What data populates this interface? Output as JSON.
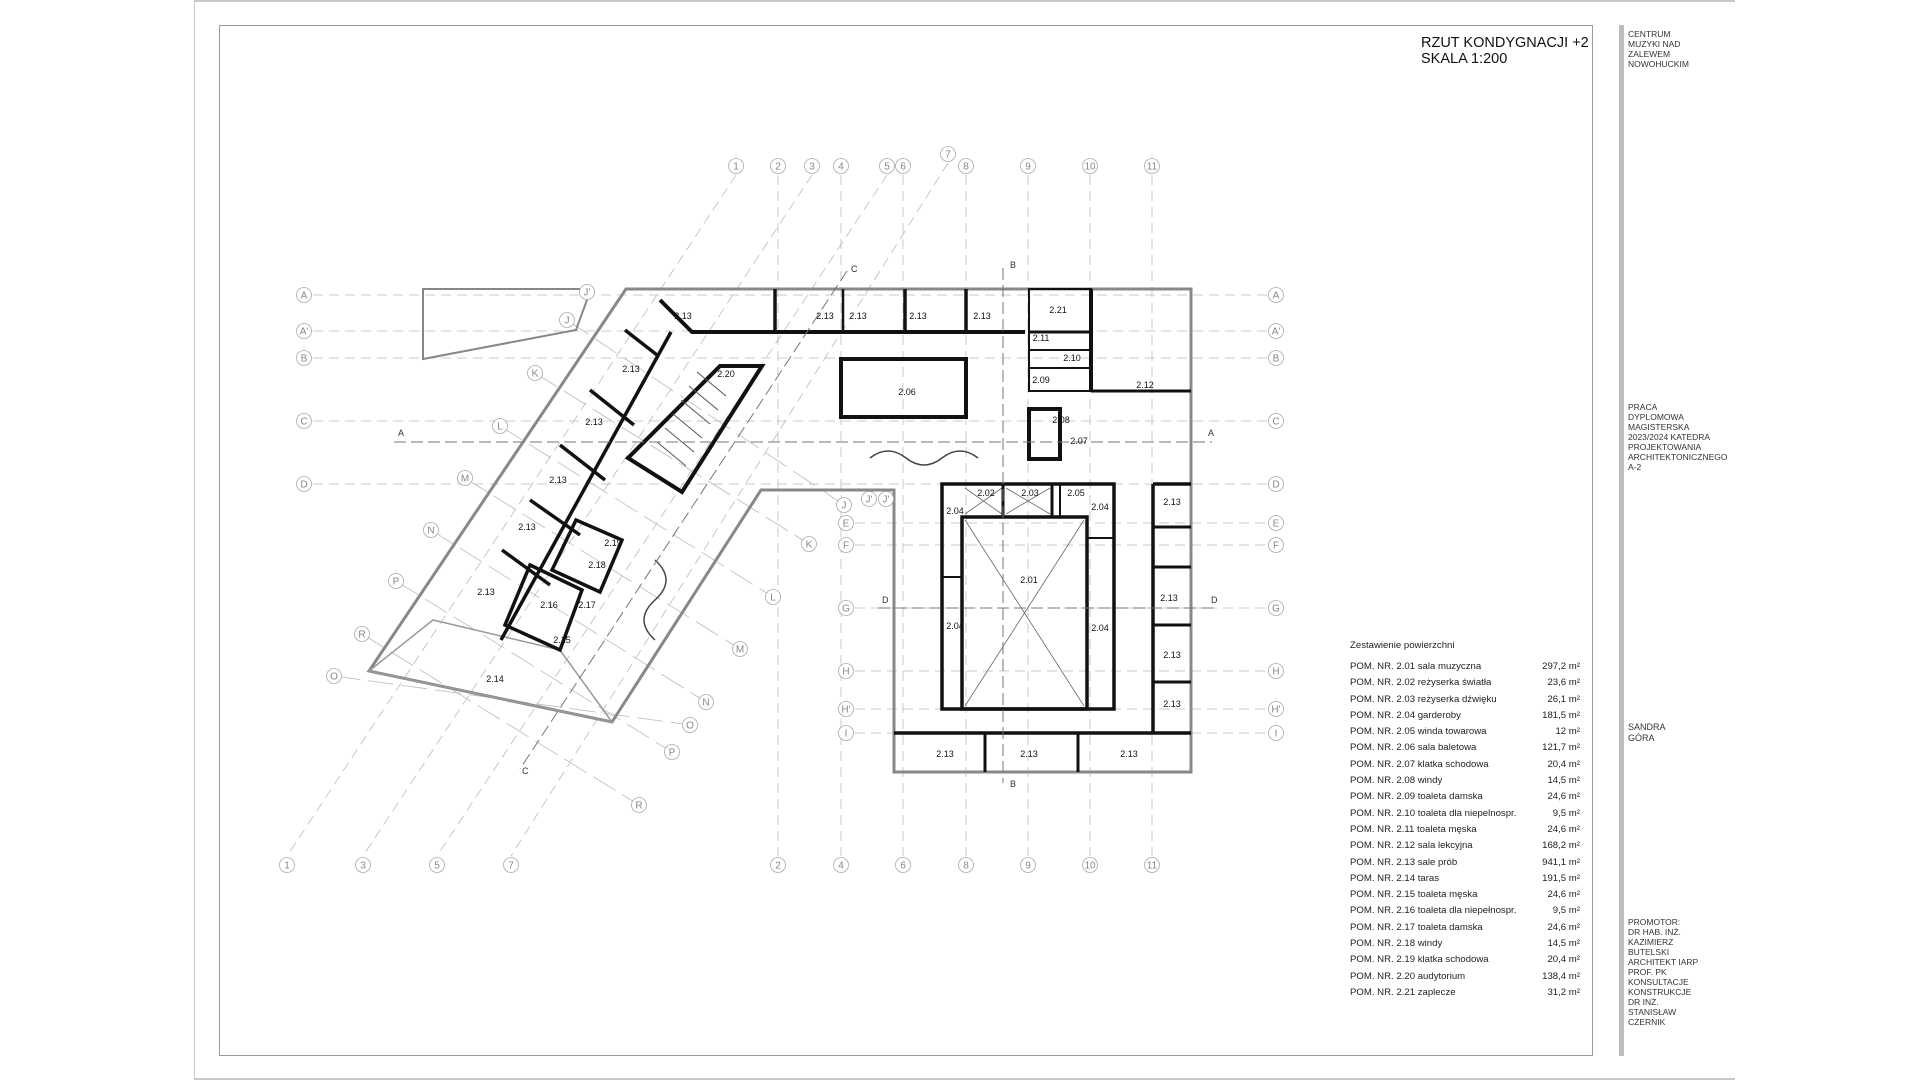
{
  "header": {
    "title": "RZUT KONDYGNACJI +2",
    "scale": "SKALA 1:200"
  },
  "sidebar": {
    "project": "CENTRUM\nMUZYKI NAD\nZALEWEM\nNOWOHUCKIM",
    "thesis": "PRACA\nDYPLOMOWA\nMAGISTERSKA\n2023/2024 KATEDRA\nPROJEKTOWANIA\nARCHITEKTONICZNEGO\nA-2",
    "author": "SANDRA\nGÓRA",
    "supervisor": "PROMOTOR:\nDR HAB. INŻ.\nKAZIMIERZ\nBUTELSKI\nARCHITEKT IARP\nPROF. PK\nKONSULTACJE\nKONSTRUKCJE\nDR INŻ.\nSTANISŁAW\nCZERNIK"
  },
  "areas": {
    "title": "Zestawienie powierzchni",
    "rows": [
      {
        "label": "POM. NR. 2.01 sala muzyczna",
        "value": "297,2 m²"
      },
      {
        "label": "POM. NR. 2.02 reżyserka światła",
        "value": "23,6 m²"
      },
      {
        "label": "POM. NR. 2.03 reżyserka dźwięku",
        "value": "26,1 m²"
      },
      {
        "label": "POM. NR. 2.04 garderoby",
        "value": "181,5 m²"
      },
      {
        "label": "POM. NR. 2.05 winda towarowa",
        "value": "12 m²"
      },
      {
        "label": "POM. NR. 2.06 sala baletowa",
        "value": "121,7 m²"
      },
      {
        "label": "POM. NR. 2.07 klatka schodowa",
        "value": "20,4 m²"
      },
      {
        "label": "POM. NR. 2.08 windy",
        "value": "14,5 m²"
      },
      {
        "label": "POM. NR. 2.09 toaleta damska",
        "value": "24,6 m²"
      },
      {
        "label": "POM. NR. 2.10 toaleta dla niepelnospr.",
        "value": "9,5 m²"
      },
      {
        "label": "POM. NR. 2.11 toaleta męska",
        "value": "24,6 m²"
      },
      {
        "label": "POM. NR. 2.12 sala lekcyjna",
        "value": "168,2 m²"
      },
      {
        "label": "POM. NR. 2.13 sale prób",
        "value": "941,1 m²"
      },
      {
        "label": "POM. NR. 2.14 taras",
        "value": "191,5 m²"
      },
      {
        "label": "POM. NR. 2.15 toaleta męska",
        "value": "24,6 m²"
      },
      {
        "label": "POM. NR. 2.16 toaleta dla niepełnospr.",
        "value": "9,5 m²"
      },
      {
        "label": "POM. NR. 2.17 toaleta damska",
        "value": "24,6 m²"
      },
      {
        "label": "POM. NR. 2.18 windy",
        "value": "14,5 m²"
      },
      {
        "label": "POM. NR. 2.19 klatka schodowa",
        "value": "20,4 m²"
      },
      {
        "label": "POM. NR. 2.20 audytorium",
        "value": "138,4 m²"
      },
      {
        "label": "POM. NR. 2.21 zaplecze",
        "value": "31,2 m²"
      }
    ]
  },
  "plan": {
    "rooms": [
      "2.01",
      "2.02",
      "2.03",
      "2.04",
      "2.05",
      "2.06",
      "2.07",
      "2.08",
      "2.09",
      "2.10",
      "2.11",
      "2.12",
      "2.13",
      "2.14",
      "2.15",
      "2.16",
      "2.17",
      "2.18",
      "2.19",
      "2.20",
      "2.21"
    ],
    "grid_columns": [
      "1",
      "2",
      "3",
      "4",
      "5",
      "6",
      "7",
      "8",
      "9",
      "10",
      "11"
    ],
    "grid_rows": [
      "A",
      "A'",
      "B",
      "C",
      "D",
      "E",
      "F",
      "G",
      "H",
      "H'",
      "I"
    ],
    "grid_diagonal": [
      "J'",
      "J",
      "K",
      "L",
      "M",
      "N",
      "O",
      "P",
      "R"
    ],
    "sections": [
      "A",
      "B",
      "C",
      "D"
    ]
  }
}
